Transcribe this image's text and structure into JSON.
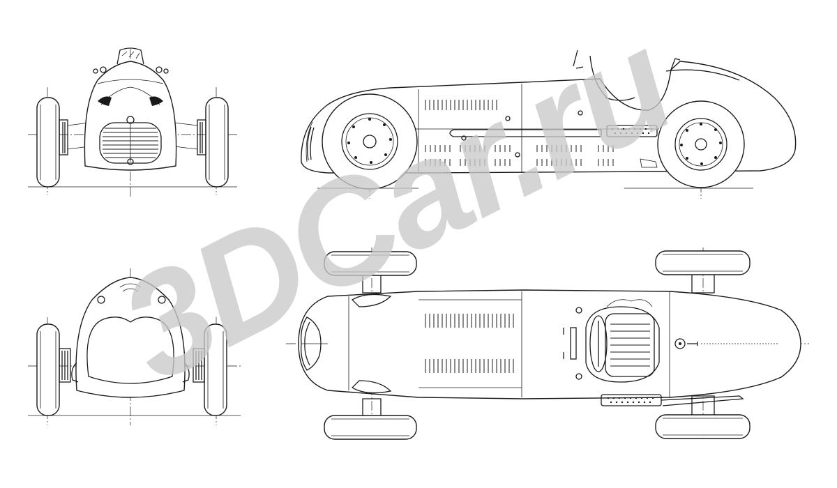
{
  "watermark": {
    "text": "3DCar.ru",
    "color": "#c9c9c9"
  },
  "views": [
    {
      "id": "front",
      "name": "front-view"
    },
    {
      "id": "side",
      "name": "side-view"
    },
    {
      "id": "rear",
      "name": "rear-view"
    },
    {
      "id": "top",
      "name": "top-view"
    }
  ],
  "colors": {
    "line": "#1a1a1a",
    "background": "#ffffff"
  }
}
